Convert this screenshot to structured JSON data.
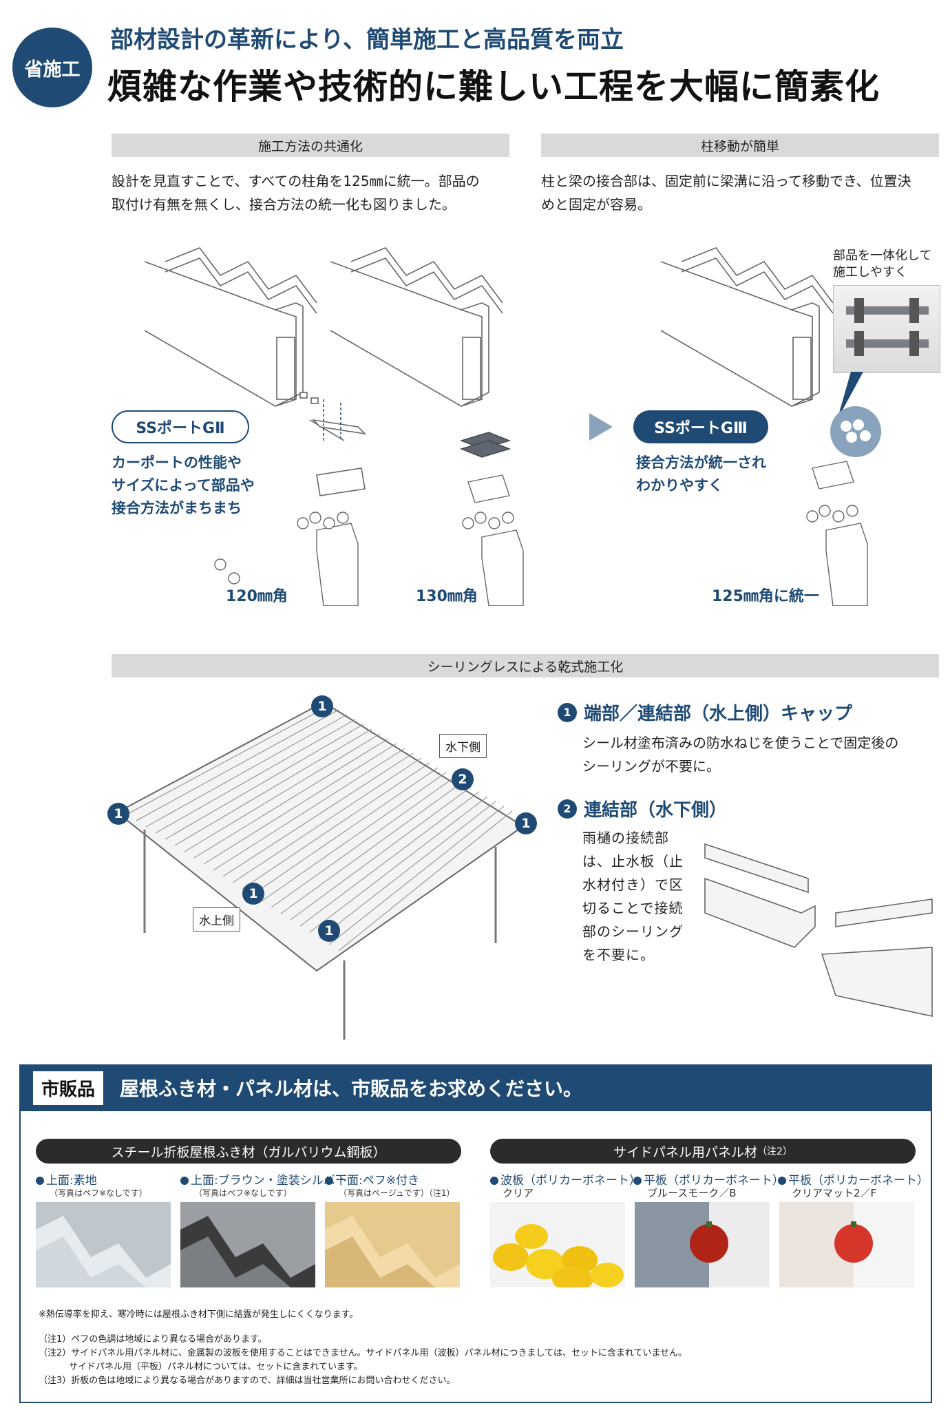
{
  "header": {
    "badge": "省施工",
    "subtitle": "部材設計の革新により、簡単施工と高品質を両立",
    "title": "煩雑な作業や技術的に難しい工程を大幅に簡素化"
  },
  "section1": {
    "left_bar": "施工方法の共通化",
    "left_text_1": "設計を見直すことで、すべての柱角を125㎜に統一。部品の",
    "left_text_2": "取付け有無を無くし、接合方法の統一化も図りました。",
    "right_bar": "柱移動が簡単",
    "right_text_1": "柱と梁の接合部は、固定前に梁溝に沿って移動でき、位置決",
    "right_text_2": "めと固定が容易。",
    "pill_old": "SSポートGⅡ",
    "pill_new": "SSポートGⅢ",
    "old_desc_1": "カーポートの性能や",
    "old_desc_2": "サイズによって部品や",
    "old_desc_3": "接合方法がまちまち",
    "new_desc_1": "接合方法が統一され",
    "new_desc_2": "わかりやすく",
    "size_120": "120㎜角",
    "size_130": "130㎜角",
    "size_125": "125㎜角に統一",
    "callout_1": "部品を一体化して",
    "callout_2": "施工しやすく"
  },
  "section2": {
    "bar": "シーリングレスによる乾式施工化",
    "num_1": "1",
    "num_2": "2",
    "label_low": "水下側",
    "label_high": "水上側",
    "f1_title": "端部／連結部（水上側）キャップ",
    "f1_text_1": "シール材塗布済みの防水ねじを使うことで固定後の",
    "f1_text_2": "シーリングが不要に。",
    "f2_title": "連結部（水下側）",
    "f2_text_1": "雨樋の接続部",
    "f2_text_2": "は、止水板（止",
    "f2_text_3": "水材付き）で区",
    "f2_text_4": "切ることで接続",
    "f2_text_5": "部のシーリング",
    "f2_text_6": "を不要に。"
  },
  "market": {
    "tag": "市販品",
    "title": "屋根ふき材・パネル材は、市販品をお求めください。",
    "steel_pill": "スチール折板屋根ふき材（ガルバリウム鋼板）",
    "side_pill": "サイドパネル用パネル材",
    "side_pill_note": "（注2）",
    "products": [
      {
        "label": "上面:素地",
        "sub": "（写真はペフ※なしです）"
      },
      {
        "label": "上面:ブラウン・塗装シルバー",
        "sub": "（写真はペフ※なしです）"
      },
      {
        "label": "下面:ペフ※付き",
        "sub": "（写真はベージュです）（注1）"
      },
      {
        "label": "波板（ポリカーボネート）",
        "sub": "クリア"
      },
      {
        "label": "平板（ポリカーボネート）",
        "sub": "ブルースモーク／B"
      },
      {
        "label": "平板（ポリカーボネート）",
        "sub": "クリアマット2／F"
      }
    ],
    "note_star": "※熱伝導率を抑え、寒冷時には屋根ふき材下側に結露が発生しにくくなります。",
    "note_1": "（注1）ペフの色調は地域により異なる場合があります。",
    "note_2": "（注2）サイドパネル用パネル材に、金属製の波板を使用することはできません。サイドパネル用（波板）パネル材につきましては、セットに含まれていません。",
    "note_2b": "サイドパネル用（平板）パネル材については、セットに含まれています。",
    "note_3": "（注3）折板の色は地域により異なる場合がありますので、詳細は当社営業所にお問い合わせください。"
  }
}
